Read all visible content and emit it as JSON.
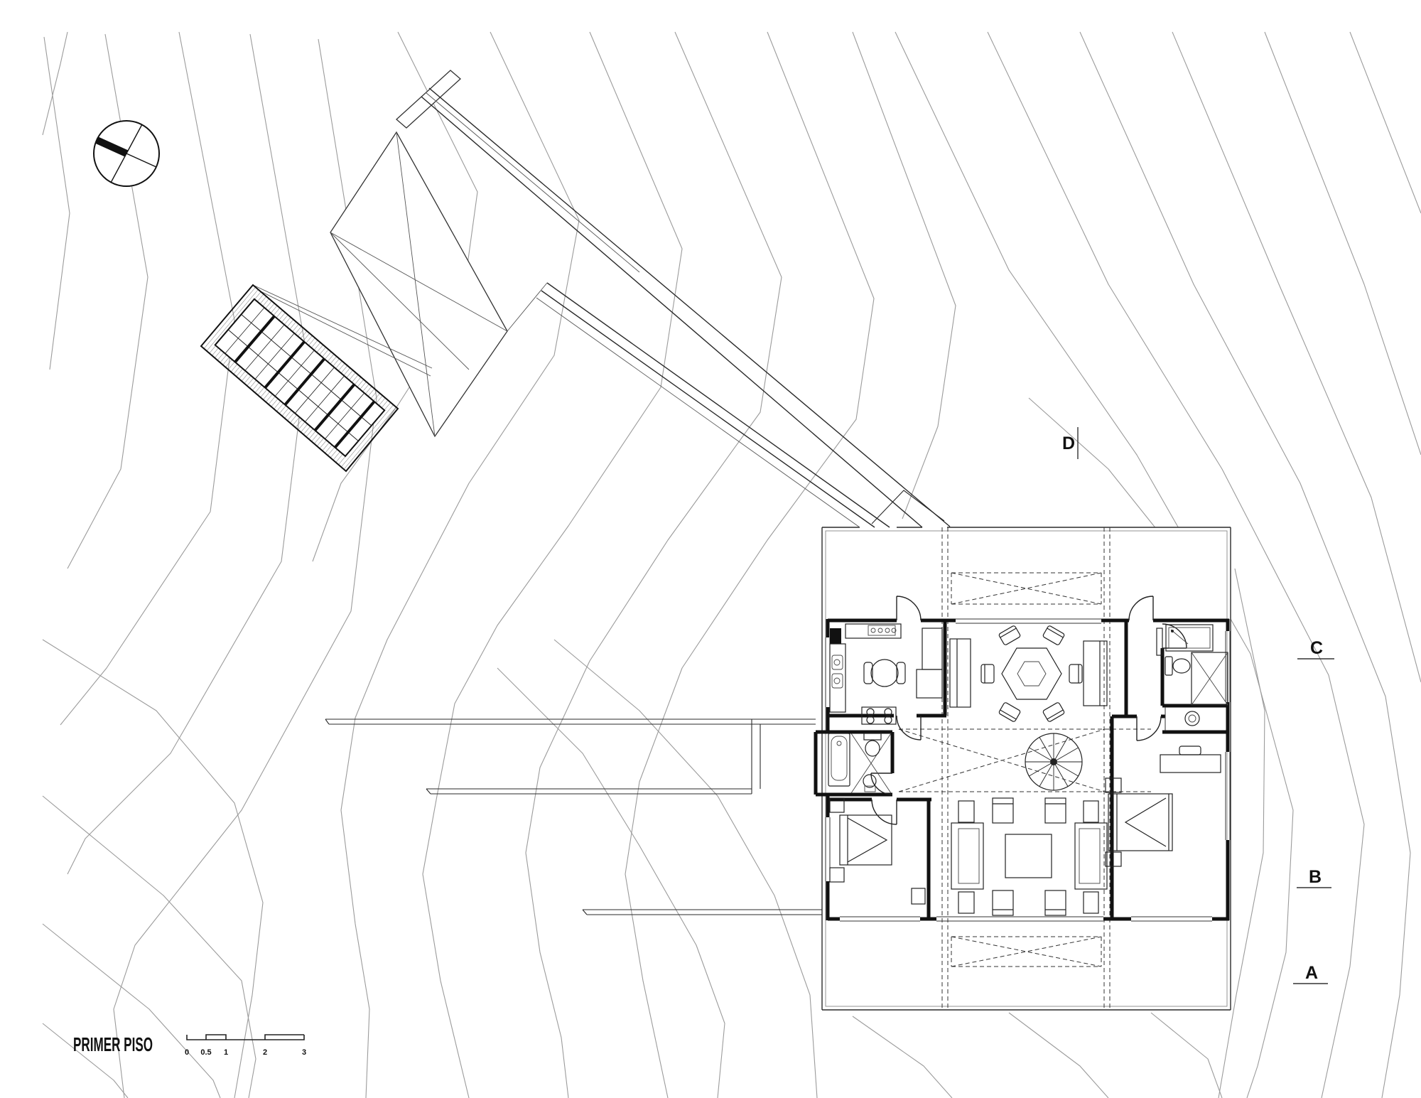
{
  "drawing": {
    "title": "PRIMER PISO",
    "type_label": "floor-plan"
  },
  "scale_bar": {
    "ticks": [
      "0",
      "0.5",
      "1",
      "2",
      "3"
    ]
  },
  "grid_markers": {
    "a": "A",
    "b": "B",
    "c": "C",
    "d": "D"
  },
  "colors": {
    "line": "#111111",
    "contour": "#9b9b9b",
    "background": "#ffffff"
  },
  "elements": {
    "compass": "north-arrow",
    "site": "topographic-contours",
    "access": [
      "entry-bridge",
      "entry-ramp",
      "hatched-stair-pergola",
      "folded-canopy"
    ],
    "outdoor": [
      "roof-deck-outline",
      "left-terrace",
      "lower-terrace-edge",
      "pergola-x-brace-top",
      "pergola-x-brace-bottom"
    ],
    "rooms": [
      "kitchen",
      "dining-room",
      "bathroom-top-right",
      "bathroom-left",
      "bedroom-left",
      "living-room",
      "bedroom-right",
      "central-hall"
    ],
    "fixtures": [
      "spiral-staircase",
      "kitchen-sink",
      "stove-4-burners",
      "refrigerator",
      "kitchen-round-table",
      "dining-hex-table",
      "dining-chairs-x6",
      "dining-benches",
      "shower",
      "toilet-top",
      "wardrobe-x",
      "washbasin",
      "bathtub",
      "toilet-left",
      "bidet",
      "double-bed-left",
      "nightstands",
      "sofa-pair",
      "armchairs-x4",
      "coffee-table",
      "side-tables",
      "double-bed-right",
      "desk-with-chair",
      "door-arcs"
    ]
  }
}
